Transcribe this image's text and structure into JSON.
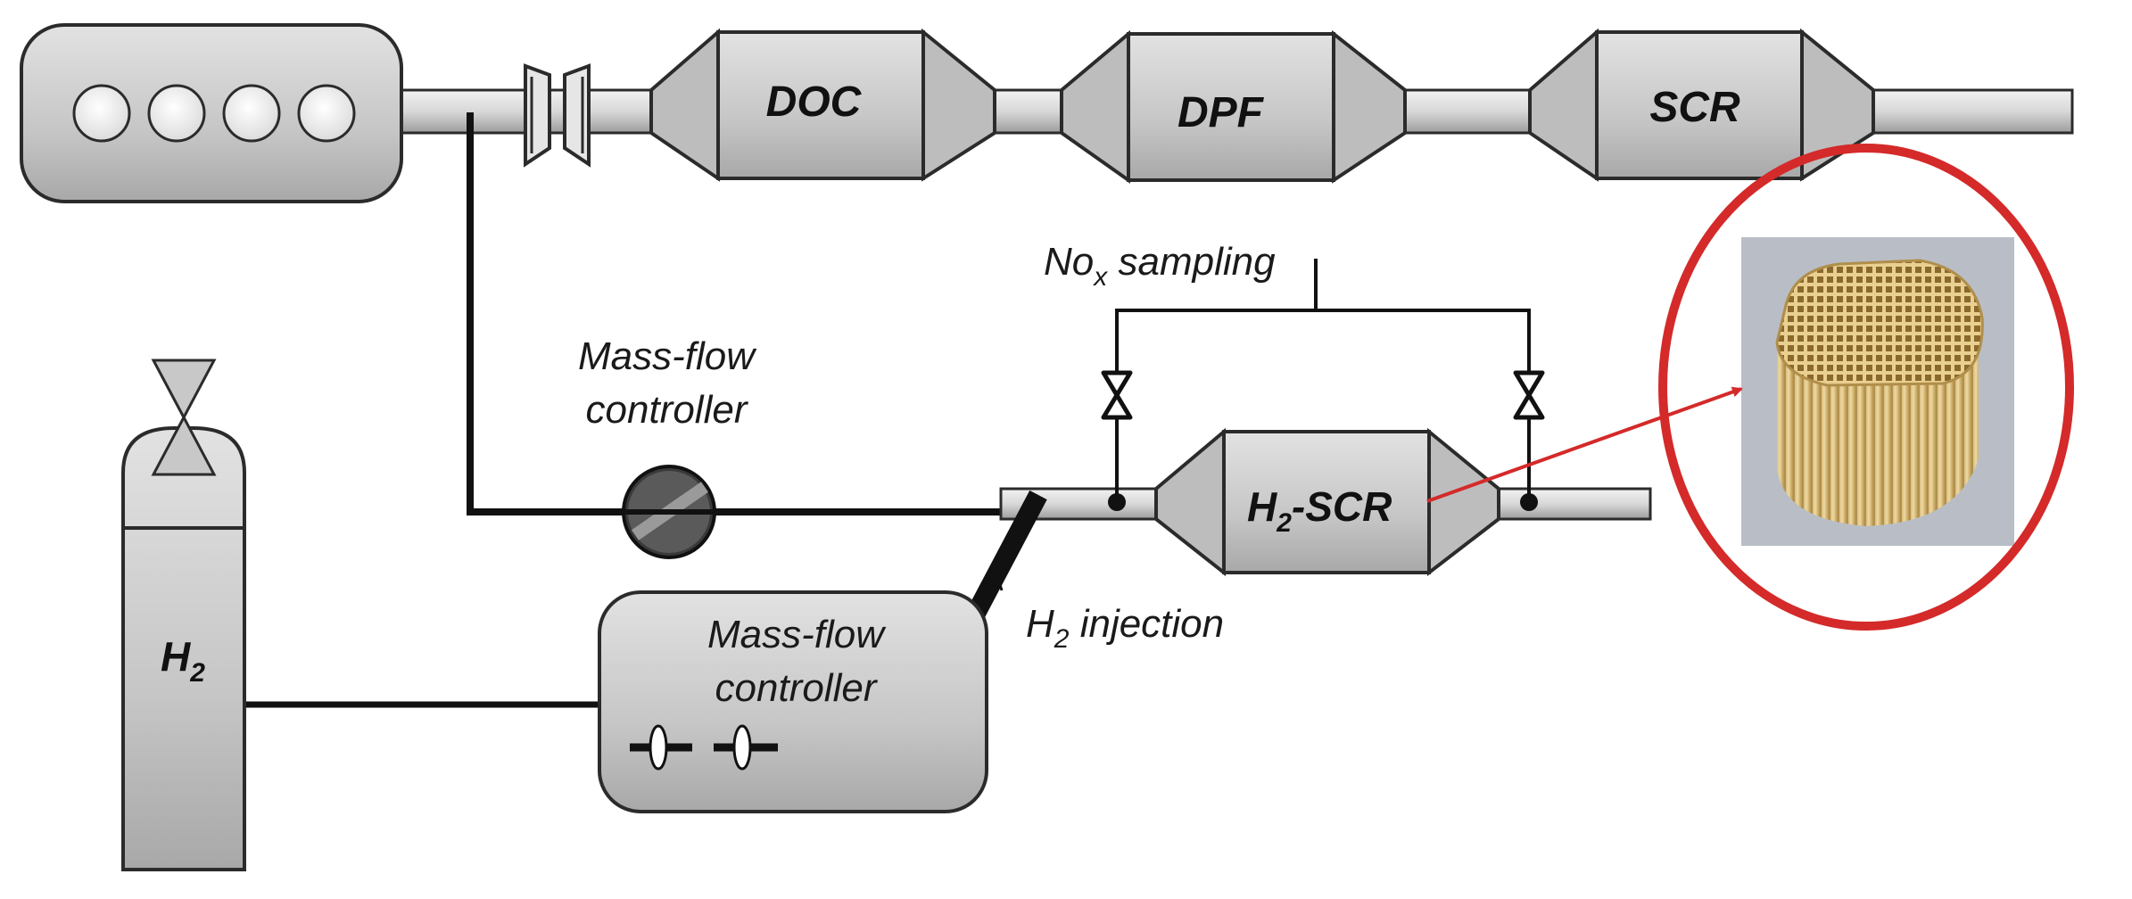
{
  "labels": {
    "doc": "DOC",
    "dpf": "DPF",
    "scr": "SCR",
    "h2_scr": {
      "main": "H",
      "sub": "2",
      "suffix": "-SCR"
    },
    "nox_sampling": {
      "main": "No",
      "sub": "x",
      "suffix": " sampling"
    },
    "mfc_top": {
      "line1": "Mass-flow",
      "line2": "controller"
    },
    "mfc_box": {
      "line1": "Mass-flow",
      "line2": "controller"
    },
    "h2_injection": {
      "main": "H",
      "sub": "2",
      "suffix": " injection"
    },
    "h2_cylinder": {
      "main": "H",
      "sub": "2"
    }
  },
  "colors": {
    "component_fill": "#c9c9c9",
    "component_light": "#e6e6e6",
    "outline": "#2b2b2b",
    "line": "#111111",
    "highlight_circle": "#d42a2a",
    "arrow": "#d42a2a",
    "catalyst": "#e6c98a"
  },
  "icons": {
    "engine": "engine-block-icon",
    "turbo": "turbocharger-icon",
    "valve": "valve-icon",
    "mfc": "mass-flow-controller-icon",
    "cylinder": "gas-cylinder-icon",
    "catalyst": "honeycomb-catalyst-image"
  }
}
